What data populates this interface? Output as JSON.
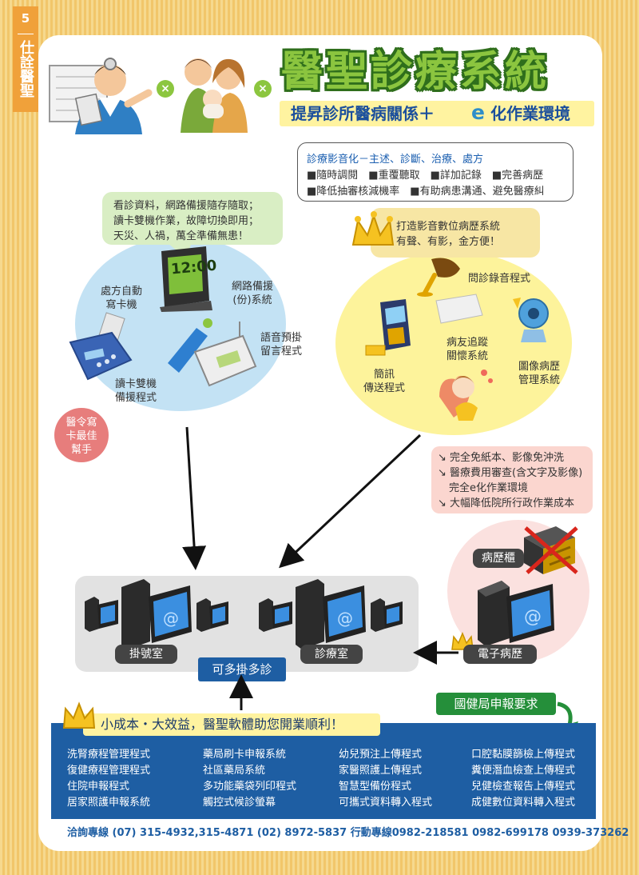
{
  "page": {
    "number": "5",
    "section": "仕詮醫聖"
  },
  "header": {
    "title": "醫聖診療系統",
    "subtitle_a": "提昇診所醫病關係＋",
    "subtitle_e": "e",
    "subtitle_b": "化作業環境",
    "x_mark": "×"
  },
  "diagnosis_box": {
    "title": "診療影音化－主述、診斷、治療、處方",
    "row1": "■隨時調閱　■重覆聽取　■詳加記錄　■完善病歷",
    "row2": "■降低抽審核減機率　■有助病患溝通、避免醫療糾"
  },
  "left_bubble": {
    "line1": "看診資料，網路備援隨存隨取；",
    "line2": "讀卡雙機作業，故障切換即用；",
    "line3": "天災、人禍，萬全準備無患！"
  },
  "right_bubble": {
    "line1": "打造影音數位病歷系統",
    "line2": "有聲、有影，金方便！"
  },
  "left_cluster": {
    "clock_text": "12:00",
    "rx_card": [
      "處方自動",
      "寫卡機"
    ],
    "backup": [
      "網路備援",
      "(份)系統"
    ],
    "voice": [
      "語音預掛",
      "留言程式"
    ],
    "reader": [
      "讀卡雙機",
      "備援程式"
    ]
  },
  "right_cluster": {
    "recording": "問診錄音程式",
    "care": [
      "病友追蹤",
      "關懷系統"
    ],
    "sms": [
      "簡訊",
      "傳送程式"
    ],
    "image": [
      "圖像病歷",
      "管理系統"
    ]
  },
  "red_bubble": [
    "醫令寫",
    "卡最佳",
    "幫手"
  ],
  "benefits": [
    "完全免紙本、影像免沖洗",
    "醫療費用審查(含文字及影像)",
    "完全e化作業環境",
    "大幅降低院所行政作業成本"
  ],
  "emr": {
    "cabinet": "病歷櫃",
    "label": "電子病歷"
  },
  "rooms": {
    "registration": "掛號室",
    "clinic": "診療室",
    "multi": "可多掛多診"
  },
  "nhi_label": "國健局申報要求",
  "slogan": "小成本・大效益，醫聖軟體助您開業順利！",
  "programs": {
    "col1": [
      "洗腎療程管理程式",
      "復健療程管理程式",
      "住院申報程式",
      "居家照護申報系統"
    ],
    "col2": [
      "藥局刷卡申報系統",
      "社區藥局系統",
      "多功能藥袋列印程式",
      "觸控式候診螢幕"
    ],
    "col3": [
      "幼兒預注上傳程式",
      "家醫照護上傳程式",
      "智慧型備份程式",
      "可攜式資料轉入程式"
    ],
    "col4": [
      "口腔黏膜篩檢上傳程式",
      "糞便潛血檢查上傳程式",
      "兒健檢查報告上傳程式",
      "成健數位資料轉入程式"
    ]
  },
  "contact": "洽詢專線 (07) 315-4932,315-4871 (02) 8972-5837 行動專線0982-218581 0982-699178 0939-373262",
  "colors": {
    "title_green": "#8bc53f",
    "navy": "#1e5ea3",
    "banner_yellow": "#fff3a0",
    "stripe_orange": "#f1c66a"
  }
}
